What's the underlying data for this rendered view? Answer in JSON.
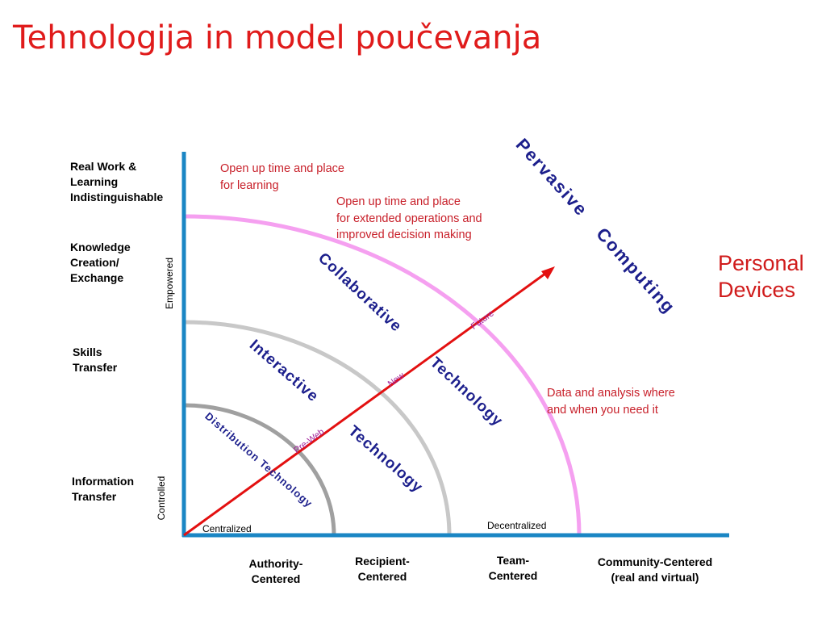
{
  "title": "Tehnologija in model poučevanja",
  "y_levels": [
    {
      "lines": [
        "Real Work &",
        "Learning",
        "Indistinguishable"
      ]
    },
    {
      "lines": [
        "Knowledge",
        "Creation/",
        "Exchange"
      ]
    },
    {
      "lines": [
        "Skills",
        "Transfer"
      ]
    },
    {
      "lines": [
        "Information",
        "Transfer"
      ]
    }
  ],
  "y_axis_ends": {
    "top": "Empowered",
    "bottom": "Controlled"
  },
  "x_levels": [
    {
      "lines": [
        "Authority-",
        "Centered"
      ]
    },
    {
      "lines": [
        "Recipient-",
        "Centered"
      ]
    },
    {
      "lines": [
        "Team-",
        "Centered"
      ]
    },
    {
      "lines": [
        "Community-Centered",
        "(real and virtual)"
      ]
    }
  ],
  "x_axis_ends": {
    "left": "Centralized",
    "right": "Decentralized"
  },
  "arcs": [
    {
      "label": "Distribution Technology",
      "color": "#a0a0a0"
    },
    {
      "label": "Interactive Technology",
      "color": "#c8c8c8"
    },
    {
      "label": "Collaborative Technology",
      "color": "#f5a0f0"
    },
    {
      "label": "Pervasive Computing",
      "color": "#f5a0f0"
    }
  ],
  "arrow_markers": [
    "Pre-Web",
    "New",
    "Future"
  ],
  "annotations": [
    {
      "lines": [
        "Open up time and place",
        "for learning"
      ]
    },
    {
      "lines": [
        "Open up time and place",
        "for extended operations and",
        "improved decision making"
      ]
    },
    {
      "lines": [
        "Data and analysis where",
        "and when you need it"
      ]
    }
  ],
  "personal_devices": {
    "lines": [
      "Personal",
      "Devices"
    ]
  },
  "colors": {
    "title": "#e01b1b",
    "axis": "#1a86c4",
    "arrow": "#e31010",
    "technology_label": "#1c1f8c",
    "annotation": "#c8202a",
    "marker": "#a0209a"
  }
}
